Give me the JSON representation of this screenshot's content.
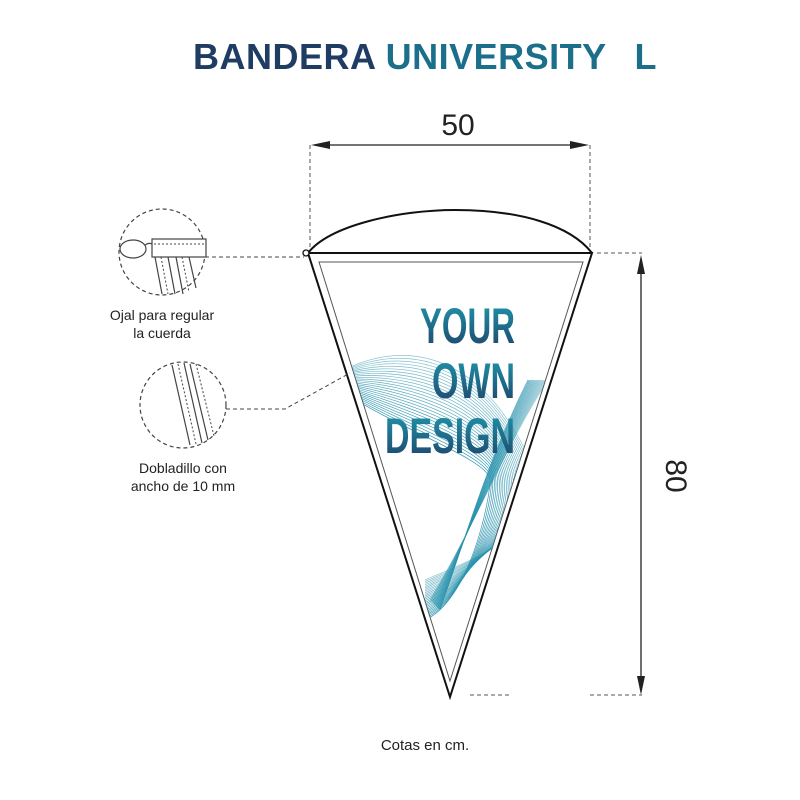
{
  "title": {
    "part1": "BANDERA",
    "part2": "UNIVERSITY",
    "size": "L"
  },
  "dimensions": {
    "width": "50",
    "height": "80"
  },
  "design_text": [
    "YOUR",
    "OWN",
    "DESIGN"
  ],
  "callouts": {
    "eyelet": [
      "Ojal para regular",
      "la cuerda"
    ],
    "hem": [
      "Dobladillo con",
      "ancho de 10 mm"
    ]
  },
  "footnote": "Cotas en cm.",
  "colors": {
    "title_dark": "#1f3d63",
    "title_teal": "#1b6f8a",
    "design_top": "#1f9bb0",
    "design_bottom": "#1e3f66",
    "lines": "#2a93ad"
  }
}
